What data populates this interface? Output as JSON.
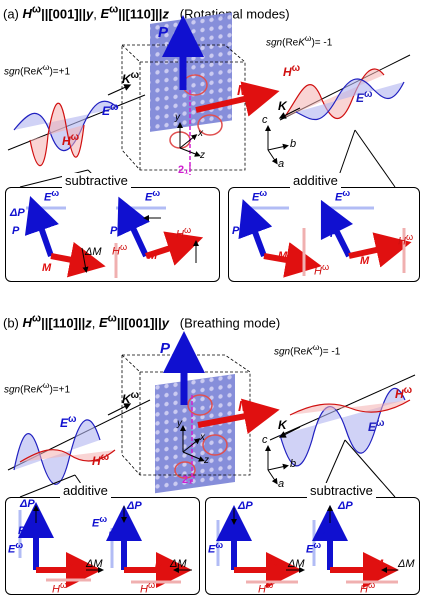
{
  "panel_a": {
    "tag": "(a)",
    "h_field": "H",
    "h_field_sup": "ω",
    "h_dir": "||[001]||",
    "h_axis": "y",
    "e_field": "E",
    "e_field_sup": "ω",
    "e_dir": "||[110]||",
    "e_axis": "z",
    "mode": "(Rotational modes)",
    "sgn_left_pre": "sgn",
    "sgn_left_mid": "(Re",
    "sgn_left_k": "K",
    "sgn_left_sup": "ω",
    "sgn_left_post": ")=+1",
    "sgn_right_pre": "sgn",
    "sgn_right_mid": "(Re",
    "sgn_right_k": "K",
    "sgn_right_sup": "ω",
    "sgn_right_post": ")= -1",
    "left_box_label": "subtractive",
    "right_box_label": "additive",
    "screw": "2₁'"
  },
  "panel_b": {
    "tag": "(b)",
    "h_field": "H",
    "h_field_sup": "ω",
    "h_dir": "||[110]||",
    "h_axis": "z",
    "e_field": "E",
    "e_field_sup": "ω",
    "e_dir": "||[001]||",
    "e_axis": "y",
    "mode": "(Breathing mode)",
    "sgn_left_pre": "sgn",
    "sgn_left_mid": "(Re",
    "sgn_left_k": "K",
    "sgn_left_sup": "ω",
    "sgn_left_post": ")=+1",
    "sgn_right_pre": "sgn",
    "sgn_right_mid": "(Re",
    "sgn_right_k": "K",
    "sgn_right_sup": "ω",
    "sgn_right_post": ")= -1",
    "left_box_label": "additive",
    "right_box_label": "subtractive",
    "screw": "2₁'"
  },
  "symbols": {
    "P": "P",
    "M": "M",
    "dP": "ΔP",
    "dM": "ΔM",
    "E": "E",
    "H": "H",
    "K": "K",
    "omega": "ω",
    "x": "x",
    "y": "y",
    "z": "z",
    "a": "a",
    "b": "b",
    "c": "c"
  },
  "colors": {
    "p_arrow": "#1010d0",
    "m_arrow": "#e01010",
    "e_wave": "#2020c0",
    "h_wave": "#d01010",
    "screw_axis": "#d020d0"
  }
}
